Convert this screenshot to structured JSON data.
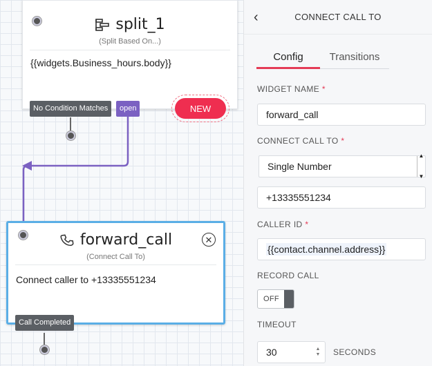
{
  "canvas": {
    "split_widget": {
      "title": "split_1",
      "subtitle": "(Split Based On...)",
      "body": "{{widgets.Business_hours.body}}",
      "transitions": [
        "No Condition Matches",
        "open"
      ],
      "icon": "split-icon"
    },
    "new_button": {
      "label": "NEW"
    },
    "forward_widget": {
      "title": "forward_call",
      "subtitle": "(Connect Call To)",
      "body": "Connect caller to +13335551234",
      "transitions": [
        "Call Completed"
      ],
      "icon": "phone-icon",
      "close_icon": "close-circle-icon"
    }
  },
  "panel": {
    "title": "CONNECT CALL TO",
    "back_icon": "chevron-left-icon",
    "tabs": [
      {
        "label": "Config",
        "active": true
      },
      {
        "label": "Transitions",
        "active": false
      }
    ],
    "fields": {
      "widget_name": {
        "label": "WIDGET NAME",
        "required": "*",
        "value": "forward_call"
      },
      "connect_call_to": {
        "label": "CONNECT CALL TO",
        "required": "*",
        "selected": "Single Number",
        "number": "+13335551234"
      },
      "caller_id": {
        "label": "CALLER ID",
        "required": "*",
        "value": "{{contact.channel.address}}"
      },
      "record_call": {
        "label": "RECORD CALL",
        "state": "OFF"
      },
      "timeout": {
        "label": "TIMEOUT",
        "value": "30",
        "unit": "SECONDS"
      }
    }
  },
  "colors": {
    "accent": "#e43b56",
    "new_button": "#ef2e50",
    "selected_border": "#5aaee6",
    "connector": "#7b61c2",
    "tag_dark": "#5b5f64"
  }
}
